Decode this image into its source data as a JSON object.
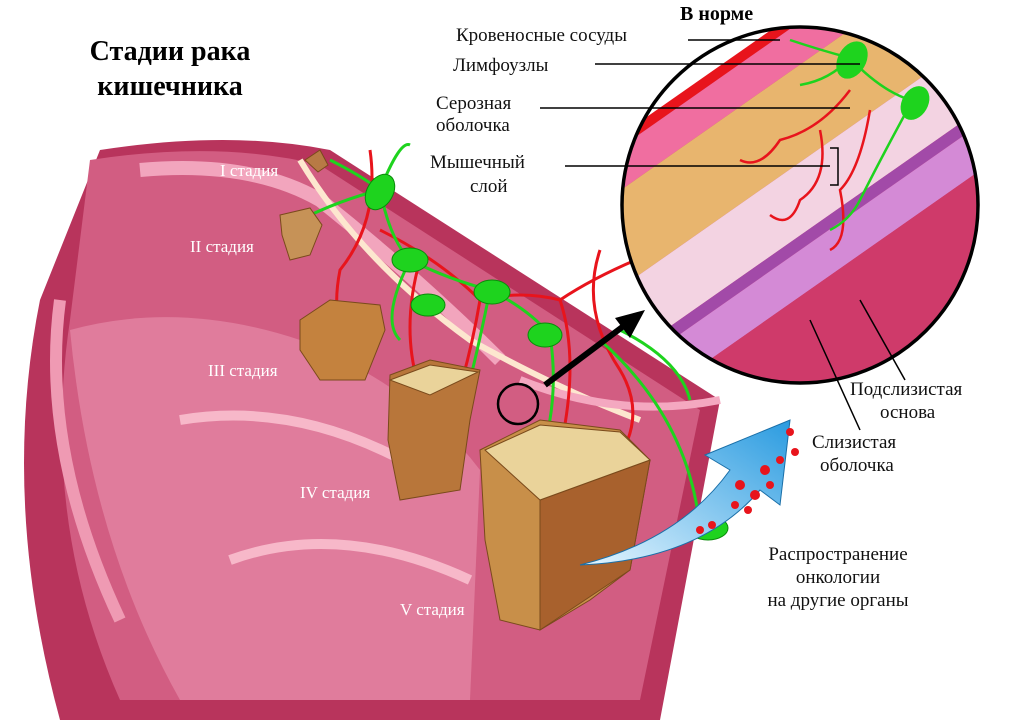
{
  "title": {
    "line1": "Стадии рака",
    "line2": "кишечника"
  },
  "normal_label": "В норме",
  "stages": [
    "I стадия",
    "II стадия",
    "III стадия",
    "IV стадия",
    "V стадия"
  ],
  "layer_labels": {
    "blood_vessels": "Кровеносные сосуды",
    "lymph_nodes": "Лимфоузлы",
    "serosa_1": "Серозная",
    "serosa_2": "оболочка",
    "muscle_1": "Мышечный",
    "muscle_2": "слой",
    "submucosa_1": "Подслизистая",
    "submucosa_2": "основа",
    "mucosa_1": "Слизистая",
    "mucosa_2": "оболочка"
  },
  "spread_label": {
    "line1": "Распространение",
    "line2": "онкологии",
    "line3": "на другие органы"
  },
  "colors": {
    "intestine": "#c9486e",
    "tumor": "#c07a3a",
    "blood": "#e8141c",
    "lymph": "#1ed31e",
    "arrow": "#4fb8e8"
  }
}
